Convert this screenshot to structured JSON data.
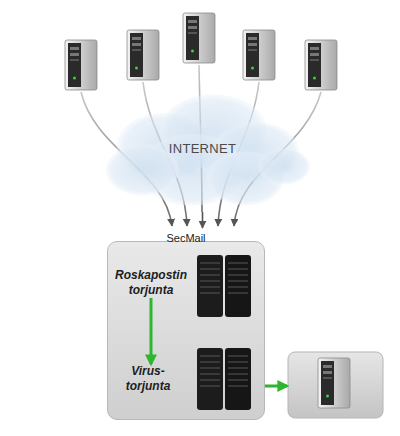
{
  "diagram": {
    "nodes": [
      {
        "text": [
          "INTERNET"
        ]
      },
      {
        "text": [
          "SecMail"
        ]
      },
      {
        "text": [
          "Roskapostin torjunta"
        ],
        "in": 1
      },
      {
        "text": [
          "Virus- torjunta"
        ],
        "in": 1
      }
    ],
    "edges": [
      {
        "from": 0,
        "to": 1,
        "arrow": "to"
      },
      {
        "from": 2,
        "to": 3,
        "arrow": "to"
      }
    ]
  }
}
